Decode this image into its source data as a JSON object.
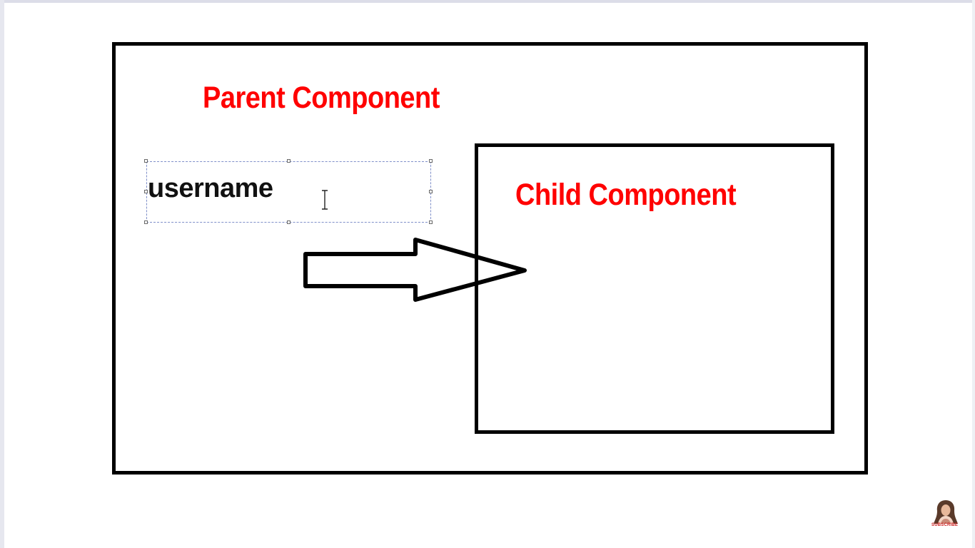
{
  "diagram": {
    "parent_label": "Parent Component",
    "child_label": "Child Component",
    "text_box_value": "username",
    "label_color": "#ff0000",
    "border_color": "#000000"
  },
  "channel_badge": {
    "subscribe_label": "SUBSCRIBE"
  }
}
